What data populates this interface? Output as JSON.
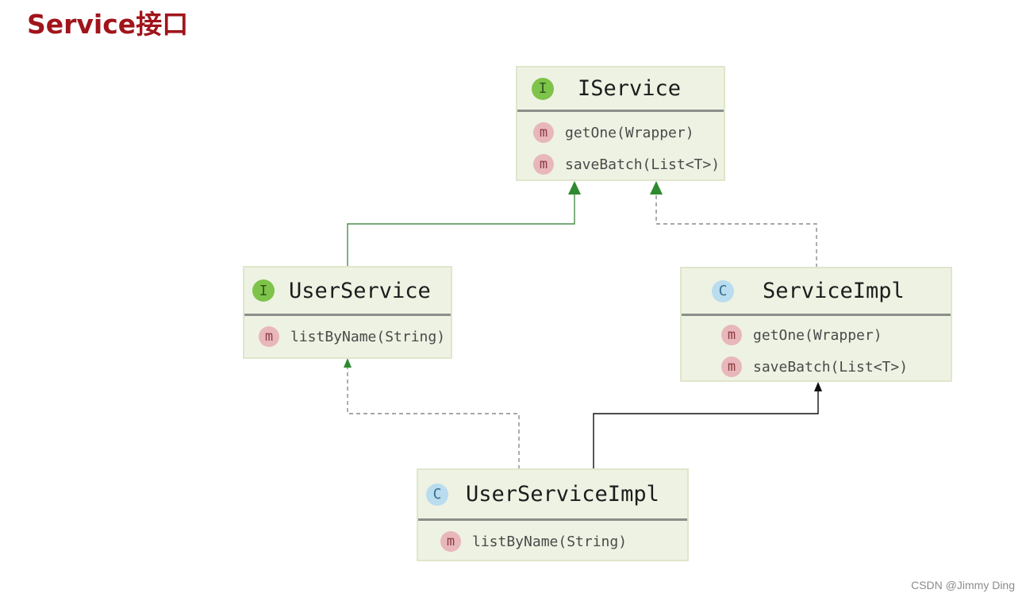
{
  "page": {
    "title": "Service接口",
    "watermark": "CSDN @Jimmy Ding"
  },
  "diagram": {
    "iservice": {
      "kind": "interface",
      "badge": "I",
      "name": "IService",
      "methods": [
        {
          "badge": "m",
          "label": "getOne(Wrapper)"
        },
        {
          "badge": "m",
          "label": "saveBatch(List<T>)"
        }
      ]
    },
    "user_service": {
      "kind": "interface",
      "badge": "I",
      "name": "UserService",
      "methods": [
        {
          "badge": "m",
          "label": "listByName(String)"
        }
      ]
    },
    "service_impl": {
      "kind": "class",
      "badge": "C",
      "name": "ServiceImpl",
      "methods": [
        {
          "badge": "m",
          "label": "getOne(Wrapper)"
        },
        {
          "badge": "m",
          "label": "saveBatch(List<T>)"
        }
      ]
    },
    "user_service_impl": {
      "kind": "class",
      "badge": "C",
      "name": "UserServiceImpl",
      "methods": [
        {
          "badge": "m",
          "label": "listByName(String)"
        }
      ]
    },
    "relations": [
      {
        "from": "UserService",
        "to": "IService",
        "type": "extends",
        "style": "solid",
        "color": "#3a8a3a"
      },
      {
        "from": "ServiceImpl",
        "to": "IService",
        "type": "implements",
        "style": "dashed",
        "color": "#3a8a3a"
      },
      {
        "from": "UserServiceImpl",
        "to": "UserService",
        "type": "implements",
        "style": "dashed",
        "color": "#3a8a3a"
      },
      {
        "from": "UserServiceImpl",
        "to": "ServiceImpl",
        "type": "extends",
        "style": "solid",
        "color": "#111111"
      }
    ]
  }
}
